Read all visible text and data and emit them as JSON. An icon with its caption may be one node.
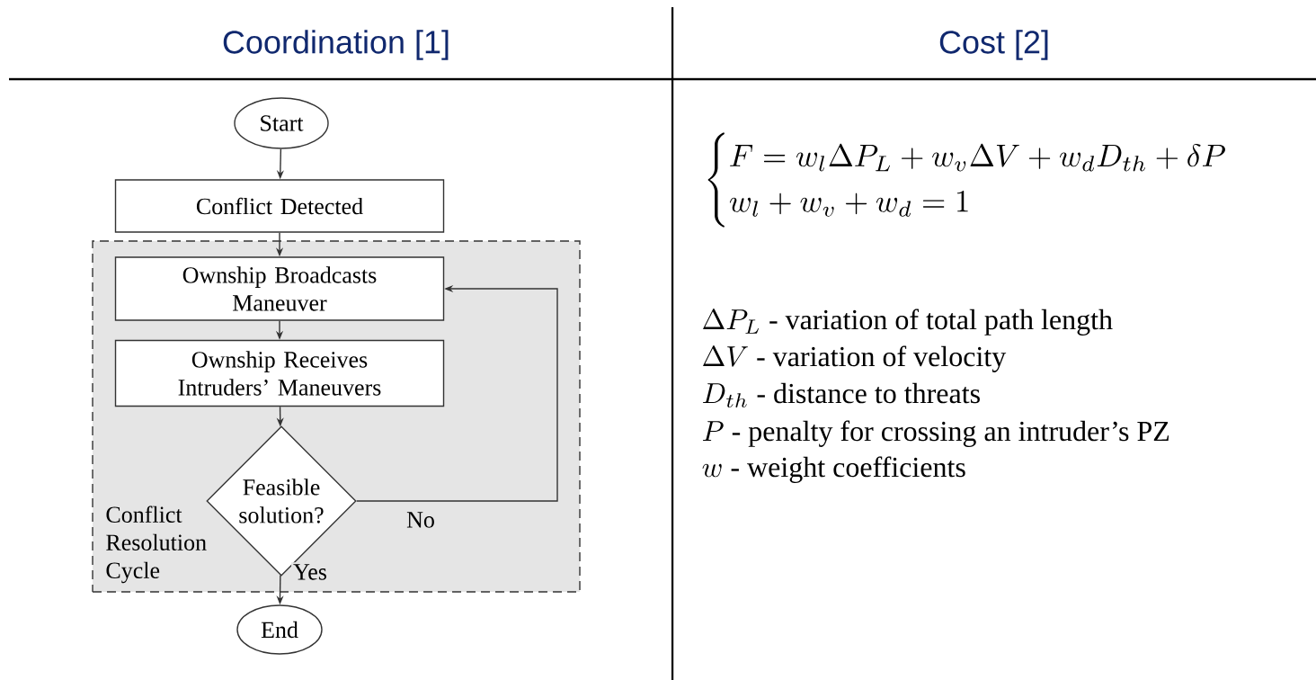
{
  "diagram": {
    "nodes": [
      {
        "text": [
          "Start"
        ]
      },
      {
        "text": [
          "Conflict Detected"
        ]
      },
      {
        "text": [
          "Conflict Resolution Cycle"
        ]
      },
      {
        "text": [
          "Ownship Broadcasts Maneuver"
        ],
        "in": 2
      },
      {
        "text": [
          "Ownship Receives Intruders’ Maneuvers"
        ],
        "in": 2
      },
      {
        "text": [
          "Feasible solution?"
        ],
        "in": 2
      },
      {
        "text": [
          "End"
        ]
      }
    ],
    "edges": [
      {
        "from": 0,
        "to": 1,
        "arrow": "to"
      },
      {
        "from": 1,
        "to": 3,
        "arrow": "to"
      },
      {
        "from": 3,
        "to": 4,
        "arrow": "to"
      },
      {
        "from": 4,
        "to": 5,
        "arrow": "to"
      },
      {
        "from": 5,
        "to": 3,
        "arrow": "to",
        "label": "No"
      },
      {
        "from": 5,
        "to": 6,
        "arrow": "to",
        "label": "Yes"
      }
    ],
    "labels": [
      "Coordination [1]",
      "Cost [2]",
      "\\begin{cases} F = w_l \\Delta P_L + w_v \\Delta V + w_d D_{th} + \\delta P \\\\ w_l + w_v + w_d = 1 \\end{cases}",
      "\\Delta P_L \\text{ - variation of total path length}",
      "\\Delta V \\text{ - variation of velocity}",
      "D_{th} \\text{ - distance to threats}",
      "P \\text{ - penalty for crossing an intruder’s PZ}",
      "w \\text{ - weight coefficients}"
    ]
  }
}
